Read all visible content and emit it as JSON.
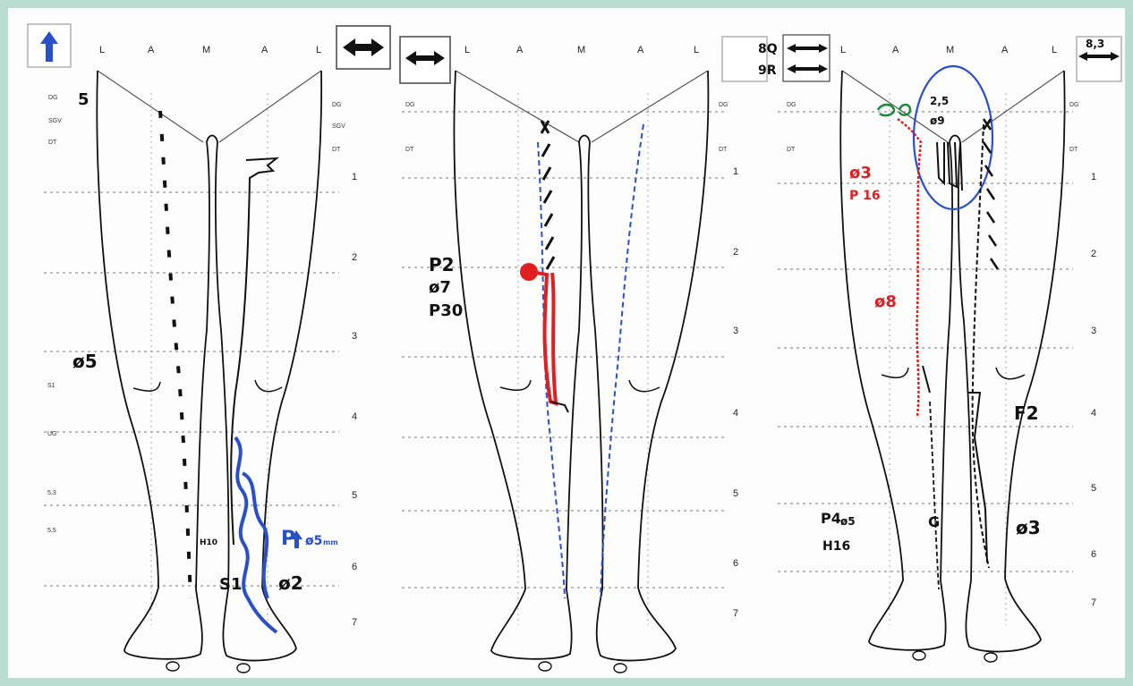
{
  "header_letters": [
    "L",
    "A",
    "M",
    "A",
    "L"
  ],
  "level_labels": [
    "1",
    "2",
    "3",
    "4",
    "5",
    "6",
    "7"
  ],
  "zone_labels": {
    "dg": "DG",
    "sgv": "SGV",
    "dt": "DT"
  },
  "panel1": {
    "note_left": "ø5",
    "note_top": "5",
    "note_mark": "H10",
    "note_blue": "P",
    "note_blue2": "ø5",
    "note_blue_sub": "mm",
    "note_s": "S1",
    "note_right": "ø2",
    "margin_a": "S1",
    "margin_b": "UG",
    "margin_c": "5,3",
    "margin_d": "5,5"
  },
  "panel2": {
    "note_a": "P2",
    "note_b": "ø7",
    "note_c": "P30"
  },
  "panel3": {
    "header_a": "8Q",
    "header_b": "9R",
    "header_c": "8,3",
    "note_red1": "ø3",
    "note_red2": "P 16",
    "note_red3": "ø8",
    "circle_a": "2,5",
    "circle_b": "ø9",
    "note_f2": "F2",
    "note_p4": "P4",
    "note_p4b": "ø5",
    "note_h": "H16",
    "note_g": "G",
    "note_e": "ø3"
  },
  "colors": {
    "blue": "#2a50c8",
    "red": "#e02020",
    "green": "#1a8a3a",
    "frame": "#b9ddd0"
  }
}
